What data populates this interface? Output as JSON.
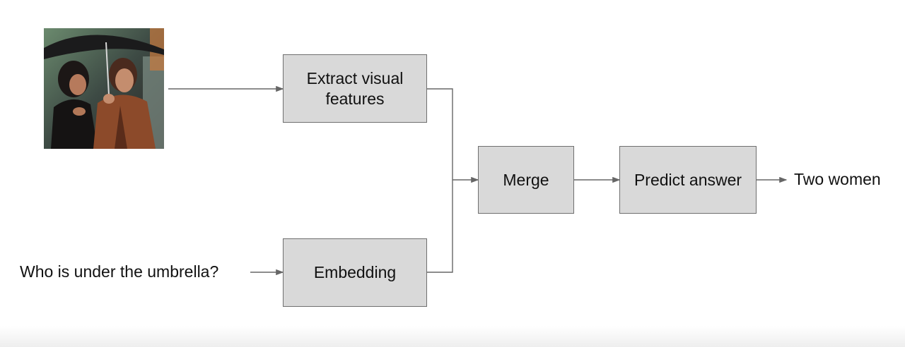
{
  "diagram": {
    "nodes": {
      "extract": {
        "label_line1": "Extract visual",
        "label_line2": "features"
      },
      "embedding": {
        "label": "Embedding"
      },
      "merge": {
        "label": "Merge"
      },
      "predict": {
        "label": "Predict answer"
      }
    },
    "input_question": "Who is under the umbrella?",
    "output_answer": "Two women",
    "input_image": {
      "depicts": "two-women-under-umbrella-photo"
    }
  }
}
